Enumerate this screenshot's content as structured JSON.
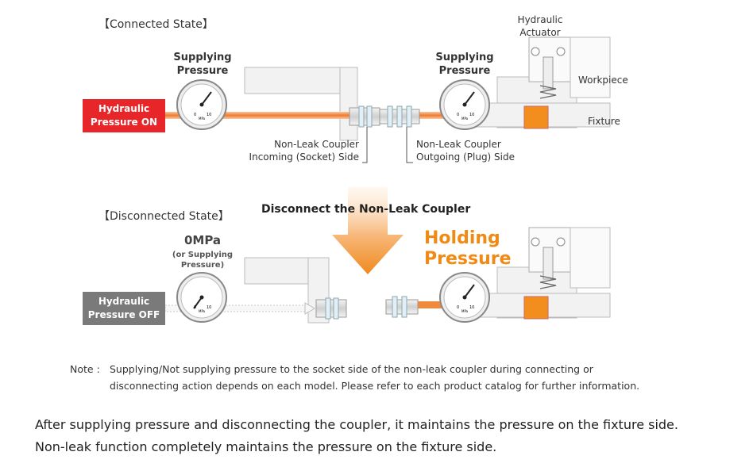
{
  "connected": {
    "title": "【Connected State】",
    "supply_left": [
      "Supplying",
      "Pressure"
    ],
    "supply_right": [
      "Supplying",
      "Pressure"
    ],
    "actuator": [
      "Hydraulic",
      "Actuator"
    ],
    "workpiece": "Workpiece",
    "fixture": "Fixture",
    "hyd_on": [
      "Hydraulic",
      "Pressure ON"
    ],
    "socket_label": [
      "Non-Leak Coupler",
      "Incoming (Socket) Side"
    ],
    "plug_label": [
      "Non-Leak Coupler",
      "Outgoing (Plug) Side"
    ]
  },
  "transition": "Disconnect the Non-Leak Coupler",
  "disconnected": {
    "title": "【Disconnected State】",
    "zero": "0MPa",
    "or_supply": [
      "(or Supplying",
      "Pressure)"
    ],
    "hyd_off": [
      "Hydraulic",
      "Pressure OFF"
    ],
    "holding": [
      "Holding",
      "Pressure"
    ]
  },
  "gauge": {
    "min": "0",
    "max": "10",
    "unit": "MPa"
  },
  "note": {
    "prefix": "Note :",
    "line1": "Supplying/Not supplying pressure to the socket side of the non-leak coupler during connecting or",
    "line2": "disconnecting action depends on each model. Please refer to each product catalog for further information."
  },
  "summary": [
    "After supplying pressure and disconnecting the coupler, it maintains the pressure on the fixture side.",
    "Non-leak function completely maintains the pressure on the fixture side."
  ],
  "colors": {
    "on_red": "#e8262a",
    "off_gray": "#7a7a7a",
    "pipe_orange": "#f08a3c",
    "holding_orange": "#f08a14",
    "fill_orange": "#f28e1e"
  }
}
